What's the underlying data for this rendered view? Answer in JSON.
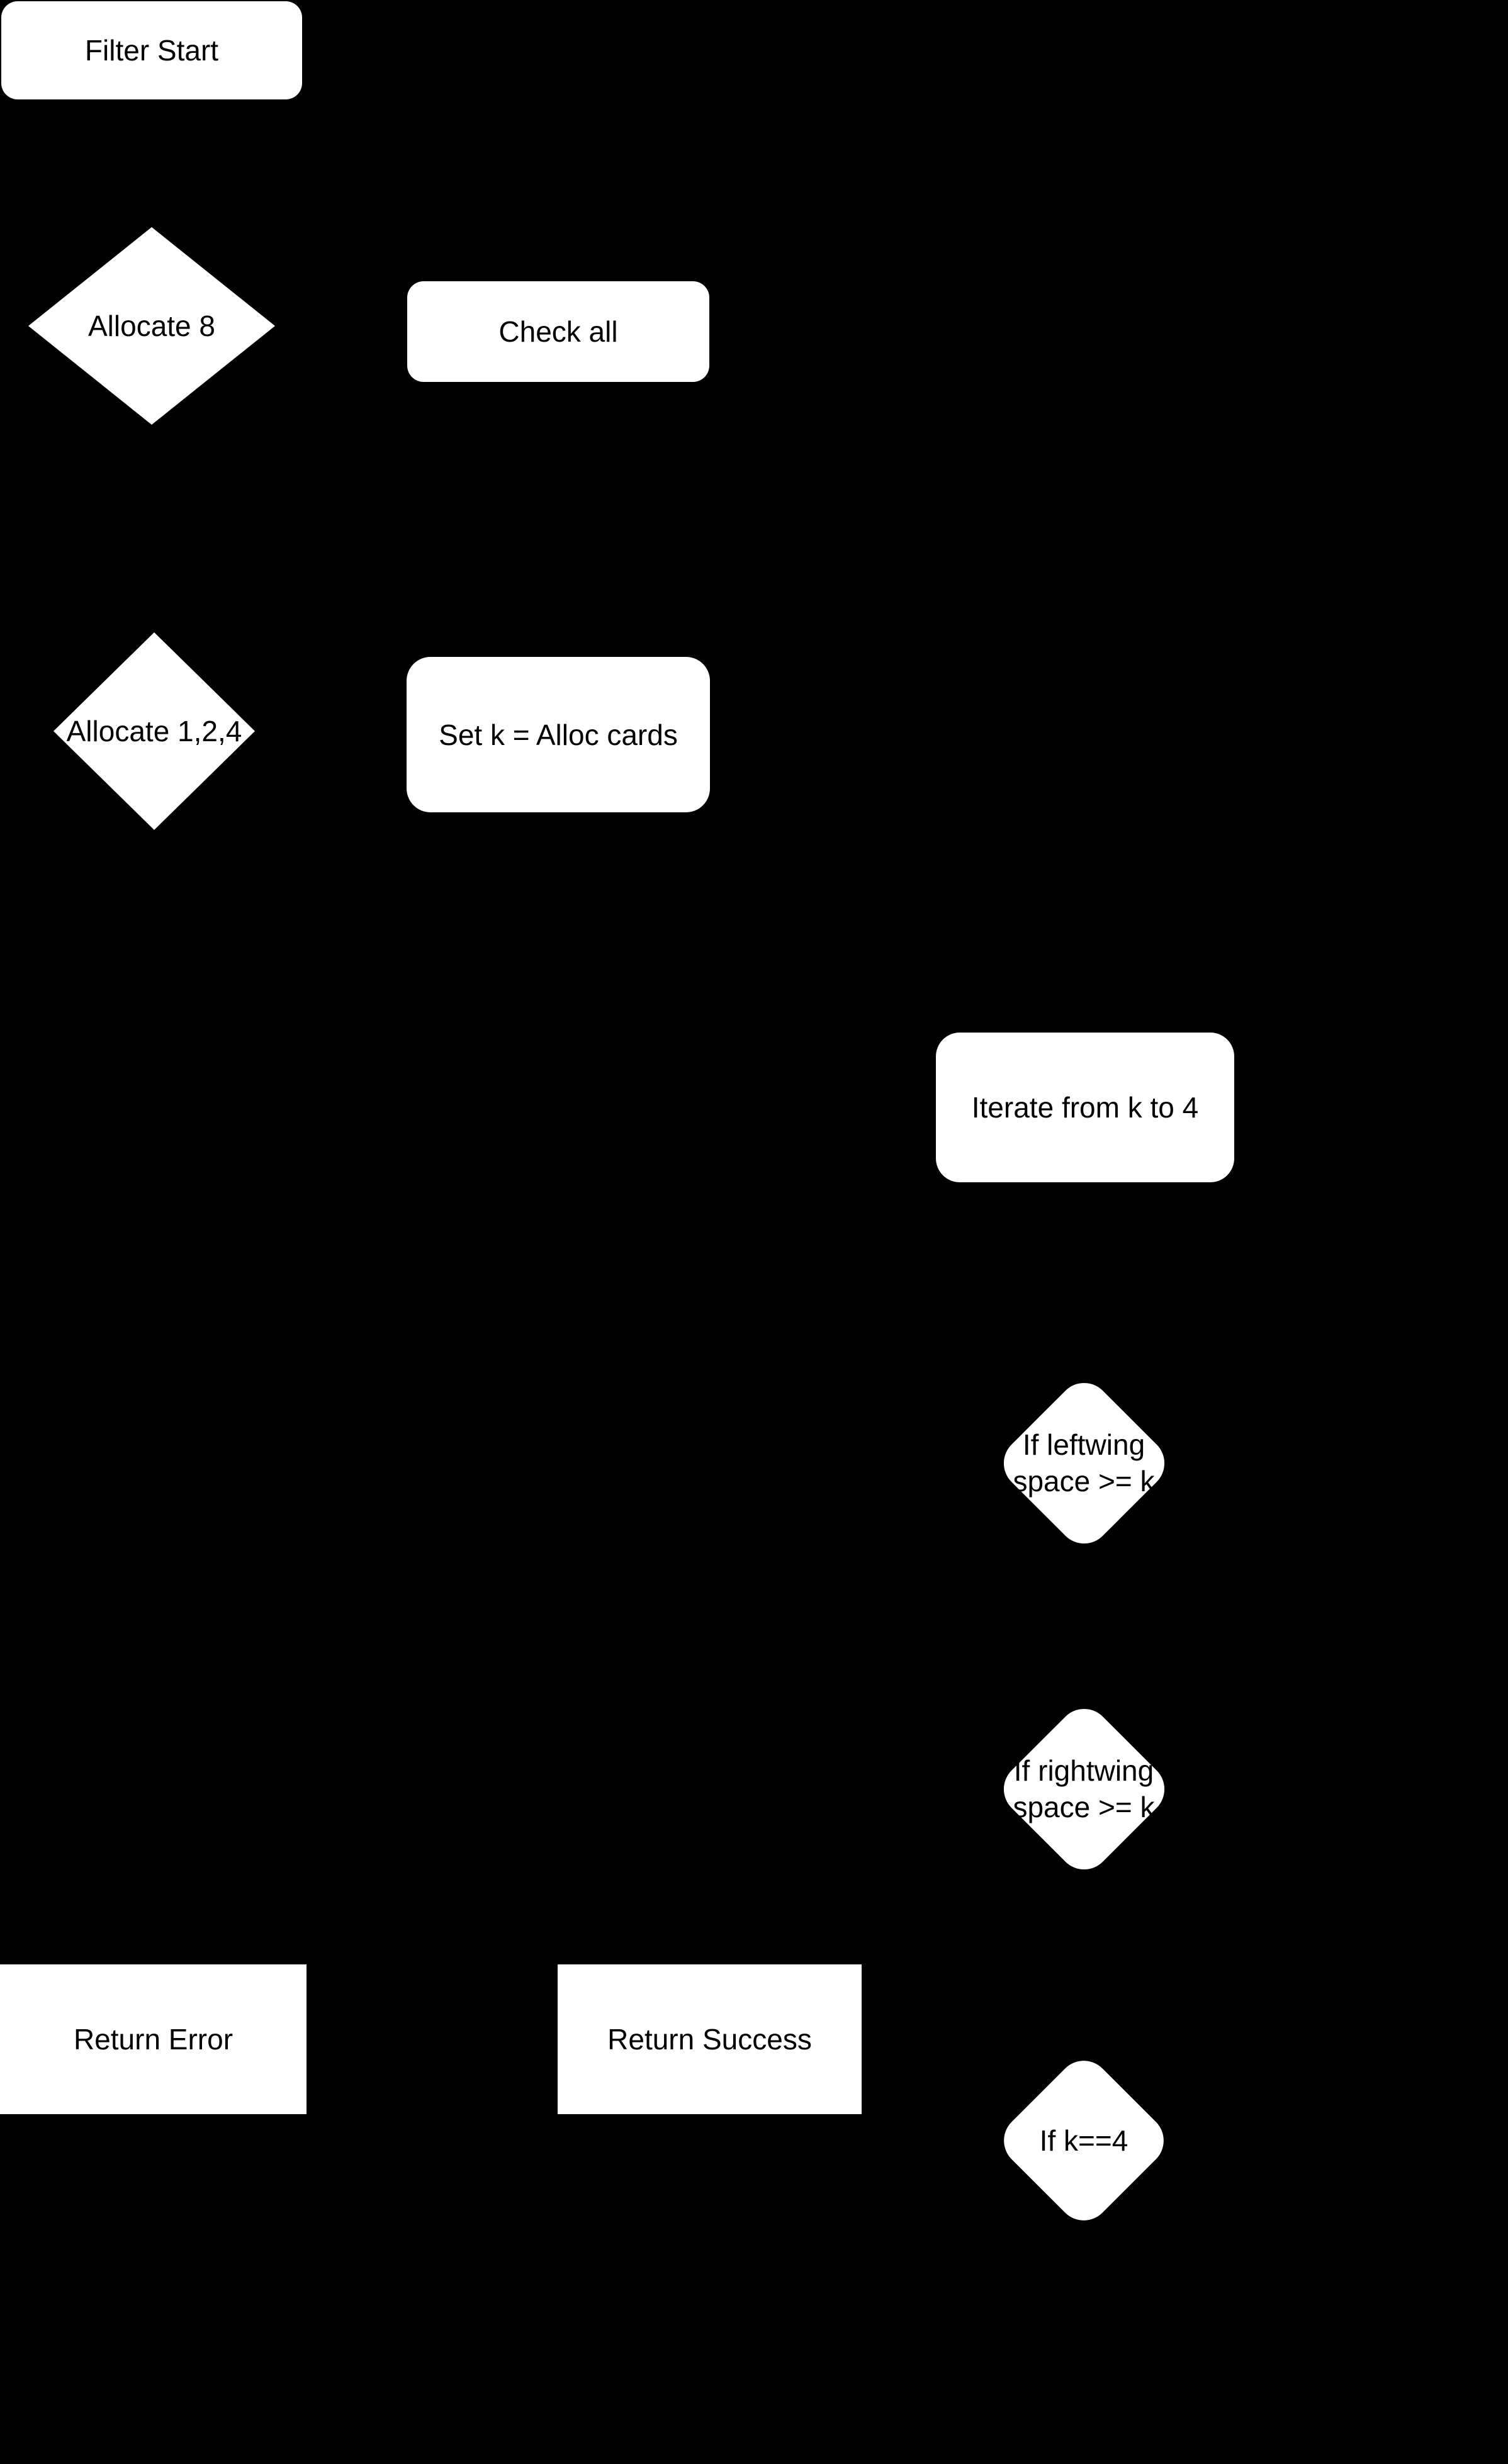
{
  "diagram": {
    "type": "flowchart",
    "background_color": "#000000",
    "node_fill_color": "#ffffff",
    "node_text_color": "#000000",
    "edges_visible": false,
    "nodes": {
      "filter_start": {
        "label": "Filter Start",
        "shape": "rounded-rectangle"
      },
      "allocate_8": {
        "label": "Allocate 8",
        "shape": "diamond"
      },
      "check_all": {
        "label": "Check all",
        "shape": "rounded-rectangle"
      },
      "allocate_1_2_4": {
        "label": "Allocate 1,2,4",
        "shape": "diamond"
      },
      "set_k": {
        "label": "Set k = Alloc cards",
        "shape": "rounded-rectangle"
      },
      "iterate": {
        "label": "Iterate from k to 4",
        "shape": "rounded-rectangle"
      },
      "if_leftwing": {
        "label_line1": "If leftwing",
        "label_line2": "space >= k",
        "shape": "rounded-diamond"
      },
      "if_rightwing": {
        "label_line1": "If rightwing",
        "label_line2": "space >= k",
        "shape": "rounded-diamond"
      },
      "return_error": {
        "label": "Return Error",
        "shape": "rectangle"
      },
      "return_success": {
        "label": "Return Success",
        "shape": "rectangle"
      },
      "if_k_eq_4": {
        "label": "If k==4",
        "shape": "rounded-diamond"
      }
    }
  }
}
